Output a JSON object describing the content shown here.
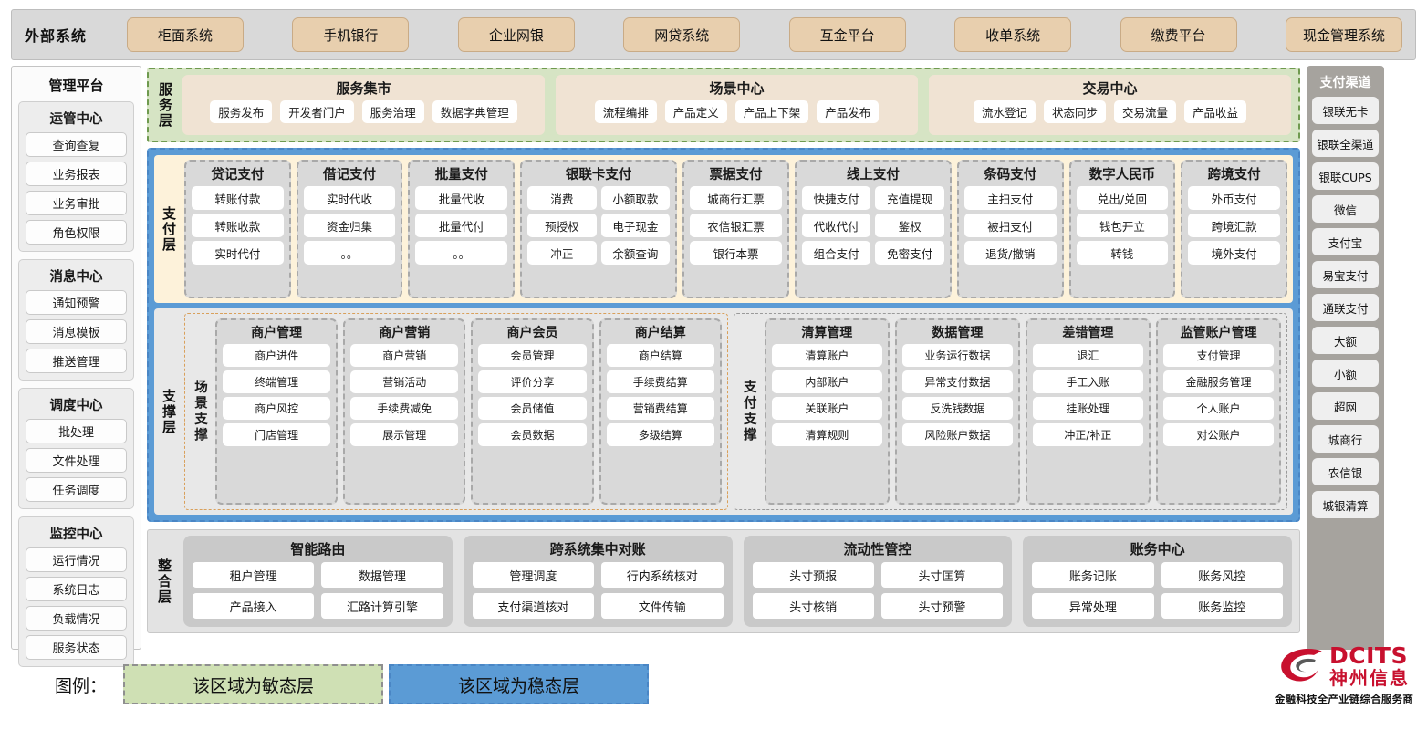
{
  "external": {
    "title": "外部系统",
    "items": [
      "柜面系统",
      "手机银行",
      "企业网银",
      "网贷系统",
      "互金平台",
      "收单系统",
      "缴费平台",
      "现金管理系统"
    ]
  },
  "left_panel": {
    "title": "管理平台",
    "groups": [
      {
        "title": "运管中心",
        "items": [
          "查询查复",
          "业务报表",
          "业务审批",
          "角色权限"
        ]
      },
      {
        "title": "消息中心",
        "items": [
          "通知预警",
          "消息模板",
          "推送管理"
        ]
      },
      {
        "title": "调度中心",
        "items": [
          "批处理",
          "文件处理",
          "任务调度"
        ]
      },
      {
        "title": "监控中心",
        "items": [
          "运行情况",
          "系统日志",
          "负载情况",
          "服务状态"
        ]
      }
    ]
  },
  "right_panel": {
    "title": "支付渠道",
    "items": [
      "银联无卡",
      "银联全渠道",
      "银联CUPS",
      "微信",
      "支付宝",
      "易宝支付",
      "通联支付",
      "大额",
      "小额",
      "超网",
      "城商行",
      "农信银",
      "城银清算"
    ]
  },
  "service_layer": {
    "label": "服务层",
    "boxes": [
      {
        "title": "服务集市",
        "items": [
          "服务发布",
          "开发者门户",
          "服务治理",
          "数据字典管理"
        ]
      },
      {
        "title": "场景中心",
        "items": [
          "流程编排",
          "产品定义",
          "产品上下架",
          "产品发布"
        ]
      },
      {
        "title": "交易中心",
        "items": [
          "流水登记",
          "状态同步",
          "交易流量",
          "产品收益"
        ]
      }
    ]
  },
  "payment_layer": {
    "label": "支付层",
    "columns": [
      {
        "title": "贷记支付",
        "cols": 1,
        "items": [
          "转账付款",
          "转账收款",
          "实时代付"
        ]
      },
      {
        "title": "借记支付",
        "cols": 1,
        "items": [
          "实时代收",
          "资金归集",
          "。。"
        ]
      },
      {
        "title": "批量支付",
        "cols": 1,
        "items": [
          "批量代收",
          "批量代付",
          "。。"
        ]
      },
      {
        "title": "银联卡支付",
        "cols": 2,
        "items": [
          "消费",
          "小额取款",
          "预授权",
          "电子现金",
          "冲正",
          "余额查询"
        ]
      },
      {
        "title": "票据支付",
        "cols": 1,
        "items": [
          "城商行汇票",
          "农信银汇票",
          "银行本票"
        ]
      },
      {
        "title": "线上支付",
        "cols": 2,
        "items": [
          "快捷支付",
          "充值提现",
          "代收代付",
          "鉴权",
          "组合支付",
          "免密支付"
        ]
      },
      {
        "title": "条码支付",
        "cols": 1,
        "items": [
          "主扫支付",
          "被扫支付",
          "退货/撤销"
        ]
      },
      {
        "title": "数字人民币",
        "cols": 1,
        "items": [
          "兑出/兑回",
          "钱包开立",
          "转钱"
        ]
      },
      {
        "title": "跨境支付",
        "cols": 1,
        "items": [
          "外币支付",
          "跨境汇款",
          "境外支付"
        ]
      }
    ]
  },
  "support_layer": {
    "label": "支撑层",
    "scene": {
      "label": "场景支撑",
      "columns": [
        {
          "title": "商户管理",
          "items": [
            "商户进件",
            "终端管理",
            "商户风控",
            "门店管理"
          ]
        },
        {
          "title": "商户营销",
          "items": [
            "商户营销",
            "营销活动",
            "手续费减免",
            "展示管理"
          ]
        },
        {
          "title": "商户会员",
          "items": [
            "会员管理",
            "评价分享",
            "会员储值",
            "会员数据"
          ]
        },
        {
          "title": "商户结算",
          "items": [
            "商户结算",
            "手续费结算",
            "营销费结算",
            "多级结算"
          ]
        }
      ]
    },
    "pay_support": {
      "label": "支付支撑",
      "columns": [
        {
          "title": "清算管理",
          "items": [
            "清算账户",
            "内部账户",
            "关联账户",
            "清算规则"
          ]
        },
        {
          "title": "数据管理",
          "items": [
            "业务运行数据",
            "异常支付数据",
            "反洗钱数据",
            "风险账户数据"
          ]
        },
        {
          "title": "差错管理",
          "items": [
            "退汇",
            "手工入账",
            "挂账处理",
            "冲正/补正"
          ]
        },
        {
          "title": "监管账户管理",
          "items": [
            "支付管理",
            "金融服务管理",
            "个人账户",
            "对公账户"
          ]
        }
      ]
    }
  },
  "integration_layer": {
    "label": "整合层",
    "boxes": [
      {
        "title": "智能路由",
        "items": [
          "租户管理",
          "数据管理",
          "产品接入",
          "汇路计算引擎"
        ]
      },
      {
        "title": "跨系统集中对账",
        "items": [
          "管理调度",
          "行内系统核对",
          "支付渠道核对",
          "文件传输"
        ]
      },
      {
        "title": "流动性管控",
        "items": [
          "头寸预报",
          "头寸匡算",
          "头寸核销",
          "头寸预警"
        ]
      },
      {
        "title": "账务中心",
        "items": [
          "账务记账",
          "账务风控",
          "异常处理",
          "账务监控"
        ]
      }
    ]
  },
  "legend": {
    "label": "图例：",
    "agile": "该区域为敏态层",
    "stable": "该区域为稳态层"
  },
  "logo": {
    "en": "DCITS",
    "cn": "神州信息",
    "tagline": "金融科技全产业链综合服务商"
  },
  "colors": {
    "agile_green": "#d6e4c4",
    "stable_blue": "#5b9bd5",
    "payment_cream": "#fdf2da",
    "external_chip": "#e8cfae",
    "brand_red": "#c8102e"
  }
}
